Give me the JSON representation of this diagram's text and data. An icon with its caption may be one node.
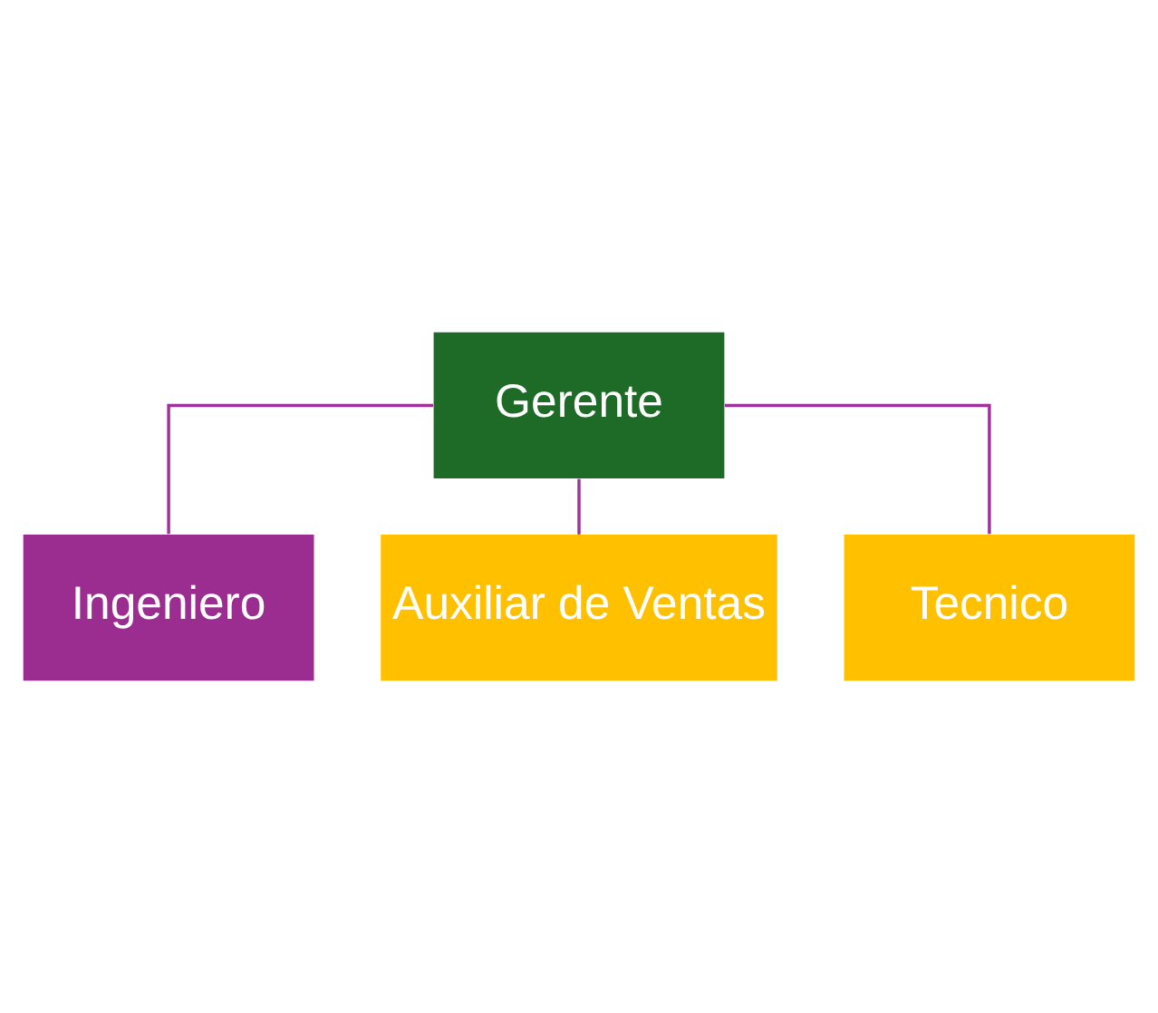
{
  "diagram": {
    "nodes": [
      {
        "text": [
          "Gerente"
        ]
      },
      {
        "text": [
          "Ingeniero"
        ]
      },
      {
        "text": [
          "Auxiliar de Ventas"
        ]
      },
      {
        "text": [
          "Tecnico"
        ]
      }
    ],
    "edges": [
      {
        "from": 0,
        "to": 1,
        "arrow": "none"
      },
      {
        "from": 0,
        "to": 2,
        "arrow": "none"
      },
      {
        "from": 0,
        "to": 3,
        "arrow": "none"
      }
    ]
  }
}
